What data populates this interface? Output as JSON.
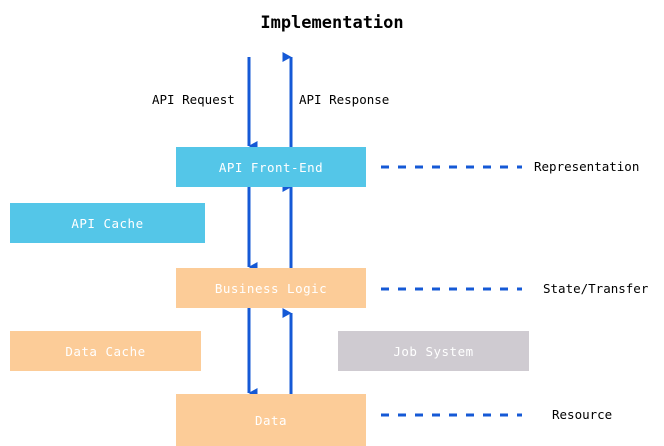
{
  "diagram": {
    "title": "Implementation",
    "colors": {
      "blue_box": "#54c6e8",
      "orange_box": "#fccc98",
      "gray_box": "#cfcbd1",
      "arrow": "#1559d6",
      "text_on_box": "#ffffff",
      "text": "#000000",
      "background": "#ffffff"
    },
    "nodes": [
      {
        "id": "api-front-end",
        "label": "API Front-End",
        "color": "#54c6e8"
      },
      {
        "id": "api-cache",
        "label": "API Cache",
        "color": "#54c6e8"
      },
      {
        "id": "business-logic",
        "label": "Business Logic",
        "color": "#fccc98"
      },
      {
        "id": "data-cache",
        "label": "Data Cache",
        "color": "#fccc98"
      },
      {
        "id": "job-system",
        "label": "Job System",
        "color": "#cfcbd1"
      },
      {
        "id": "data",
        "label": "Data",
        "color": "#fccc98"
      }
    ],
    "flow_labels": {
      "request": "API Request",
      "response": "API Response"
    },
    "annotations": [
      {
        "id": "representation",
        "label": "Representation",
        "for": "api-front-end"
      },
      {
        "id": "state-transfer",
        "label": "State/Transfer",
        "for": "business-logic"
      },
      {
        "id": "resource",
        "label": "Resource",
        "for": "data"
      }
    ]
  }
}
